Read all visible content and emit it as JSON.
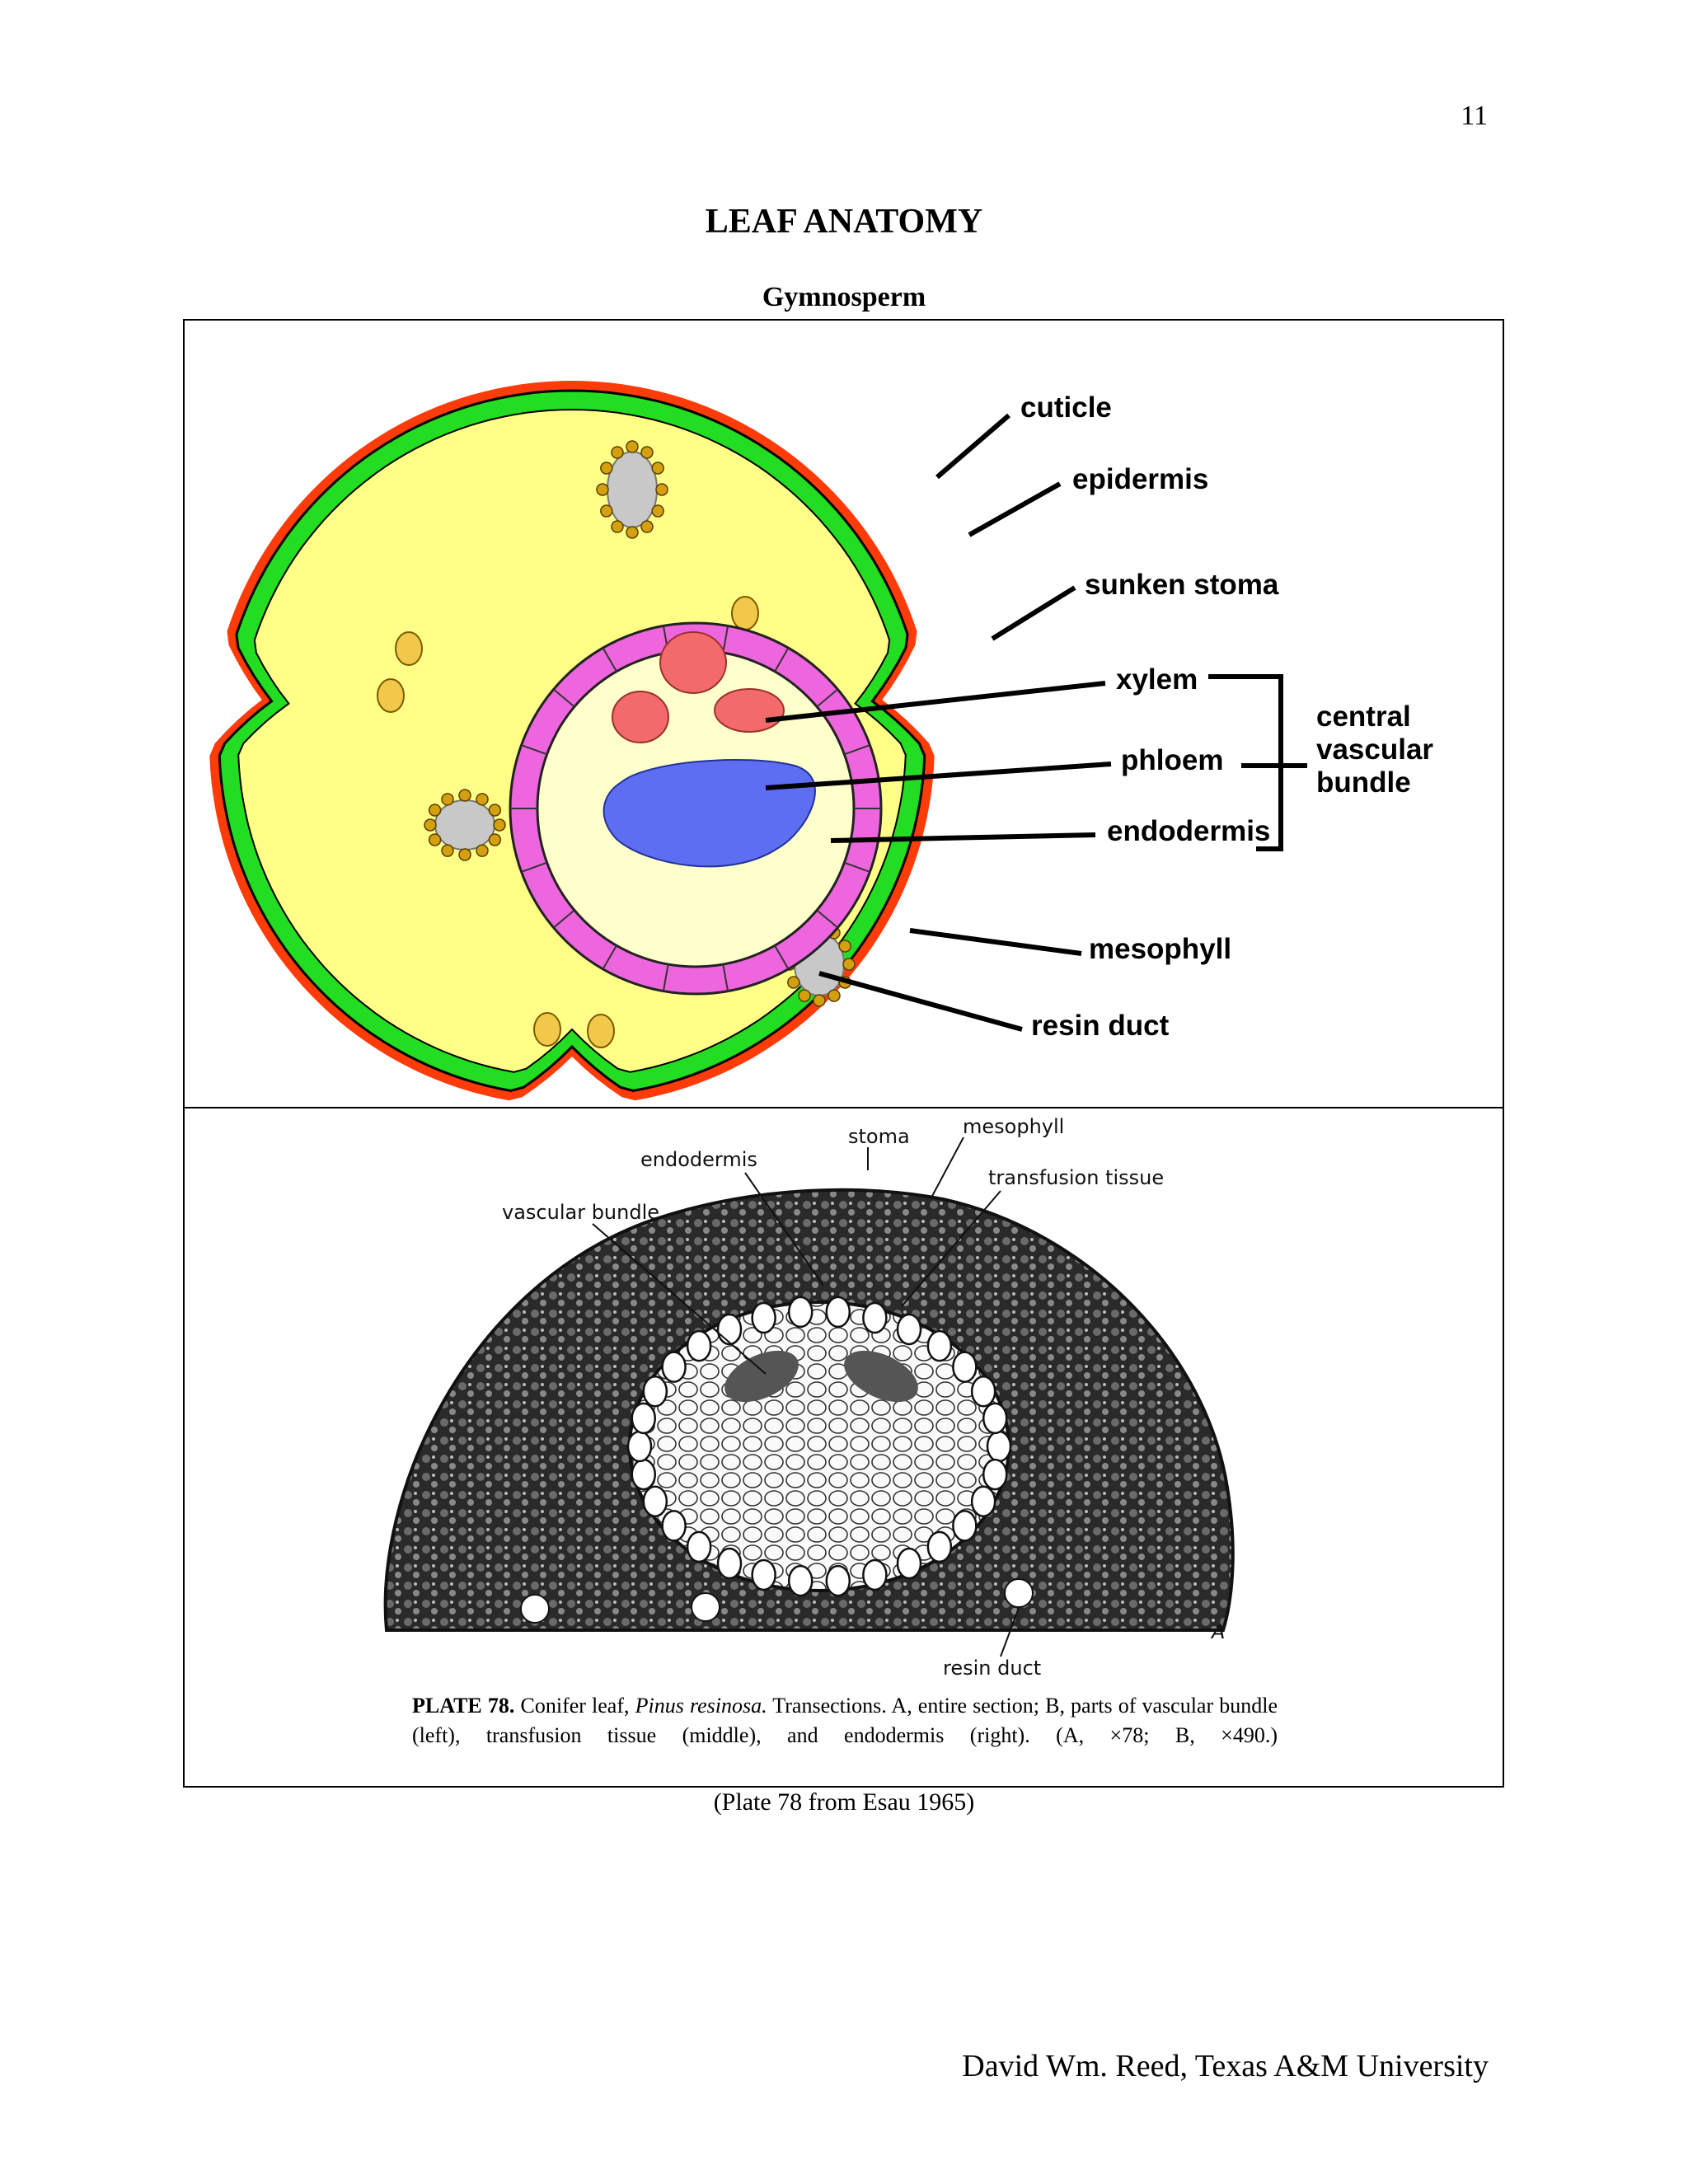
{
  "page_number": "11",
  "title": "LEAF ANATOMY",
  "subtitle": "Gymnosperm",
  "diagram": {
    "labels": {
      "cuticle": "cuticle",
      "epidermis": "epidermis",
      "sunken_stoma": "sunken stoma",
      "xylem": "xylem",
      "phloem": "phloem",
      "endodermis": "endodermis",
      "mesophyll": "mesophyll",
      "resin_duct": "resin duct",
      "central_vascular_bundle": [
        "central",
        "vascular",
        "bundle"
      ]
    },
    "colors": {
      "cuticle": "#ff3b0a",
      "epidermis": "#22dd22",
      "mesophyll": "#ffff88",
      "endodermis": "#ee66dd",
      "stele": "#ffffcc",
      "xylem": "#f26a6a",
      "phloem": "#5e6ef2",
      "stoma": "#f2c84a",
      "resin_duct_lumen": "#c8c8c8",
      "resin_duct_cells": "#d4a010"
    }
  },
  "micrograph": {
    "labels": {
      "stoma": "stoma",
      "mesophyll": "mesophyll",
      "endodermis": "endodermis",
      "transfusion_tissue": "transfusion tissue",
      "vascular_bundle": "vascular bundle",
      "resin_duct": "resin duct",
      "panel_letter": "A"
    }
  },
  "caption": {
    "plate": "PLATE 78.",
    "text_1": "Conifer leaf,",
    "species": "Pinus resinosa.",
    "text_2": "Transections. A, entire section; B, parts of vascular bundle (left), transfusion tissue (middle), and endodermis (right). (A, ×78; B, ×490.)"
  },
  "source_note": "(Plate 78 from Esau 1965)",
  "footer": "David Wm. Reed, Texas A&M University"
}
